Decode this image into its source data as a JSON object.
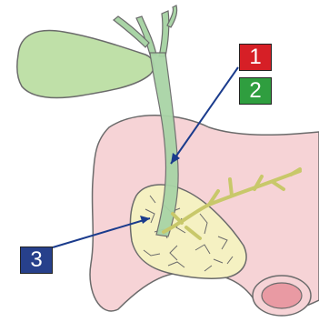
{
  "labels": [
    {
      "id": "1",
      "text": "1",
      "color": "#d61f26"
    },
    {
      "id": "2",
      "text": "2",
      "color": "#2f9e3f"
    },
    {
      "id": "3",
      "text": "3",
      "color": "#27408b"
    }
  ],
  "colors": {
    "gallbladder": "#bfe0a8",
    "gallbladder_outline": "#6b6b6b",
    "bile_duct": "#a9d4a6",
    "duodenum": "#f6d3d6",
    "duodenum_lumen": "#e99aa3",
    "pancreas": "#f5f1c2",
    "pancreatic_duct": "#c8c86a",
    "pointer": "#1a3b8c"
  }
}
